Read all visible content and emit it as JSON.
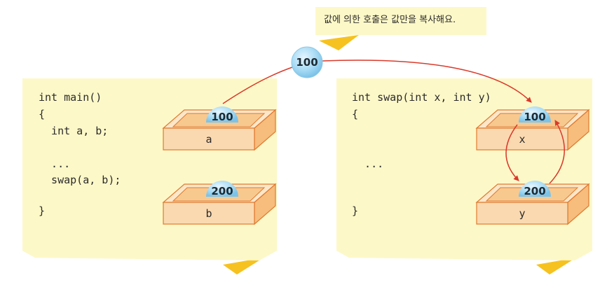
{
  "note": {
    "text": "값에 의한 호출은 값만을 복사해요."
  },
  "passed_value": "100",
  "left_panel": {
    "code": [
      "int main()",
      "{",
      "  int a, b;",
      "  ...",
      "  swap(a, b);",
      "}"
    ],
    "boxes": [
      {
        "label": "a",
        "value": "100"
      },
      {
        "label": "b",
        "value": "200"
      }
    ]
  },
  "right_panel": {
    "code": [
      "int swap(int x, int y)",
      "{",
      "  ...",
      "}"
    ],
    "boxes": [
      {
        "label": "x",
        "value": "100"
      },
      {
        "label": "y",
        "value": "200"
      }
    ]
  },
  "colors": {
    "panel": "#fdf8c8",
    "box_front": "#fbd9b0",
    "box_top": "#fce7c9",
    "box_stroke": "#e07a30",
    "ball": "#a8d8f0",
    "arrow": "#d93a2b",
    "tab": "#f6c21f"
  }
}
